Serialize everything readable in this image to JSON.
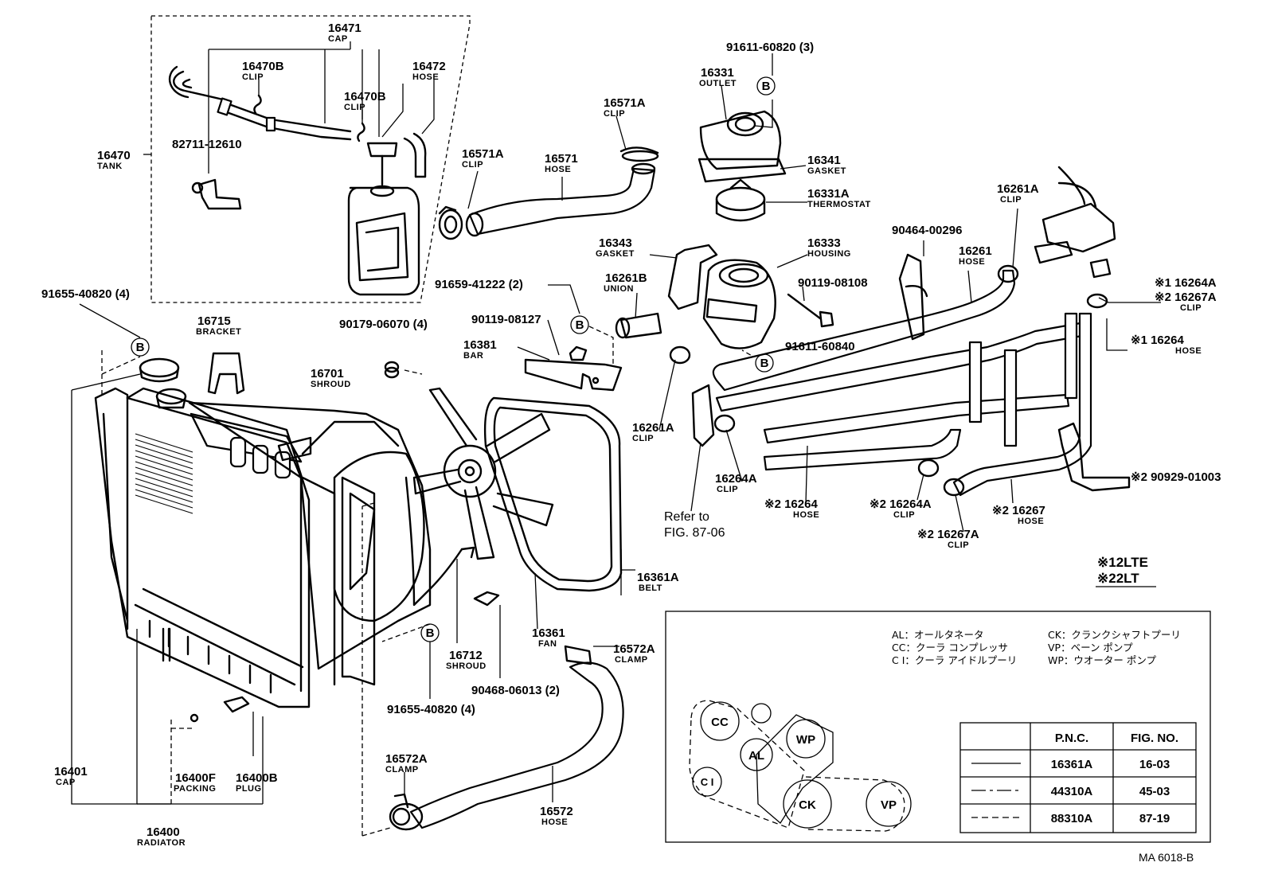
{
  "diagram": {
    "callouts": [
      {
        "id": "c_16471",
        "pn": "16471",
        "name": "CAP"
      },
      {
        "id": "c_16470B_a",
        "pn": "16470B",
        "name": "CLIP"
      },
      {
        "id": "c_16470B_b",
        "pn": "16470B",
        "name": "CLIP"
      },
      {
        "id": "c_16472",
        "pn": "16472",
        "name": "HOSE"
      },
      {
        "id": "c_82711",
        "pn": "82711-12610",
        "name": ""
      },
      {
        "id": "c_16470",
        "pn": "16470",
        "name": "TANK"
      },
      {
        "id": "c_91655_a",
        "pn": "91655-40820 (4)",
        "name": ""
      },
      {
        "id": "c_16715",
        "pn": "16715",
        "name": "BRACKET"
      },
      {
        "id": "c_90179",
        "pn": "90179-06070 (4)",
        "name": ""
      },
      {
        "id": "c_16701",
        "pn": "16701",
        "name": "SHROUD"
      },
      {
        "id": "c_16571A_a",
        "pn": "16571A",
        "name": "CLIP"
      },
      {
        "id": "c_16571",
        "pn": "16571",
        "name": "HOSE"
      },
      {
        "id": "c_16571A_b",
        "pn": "16571A",
        "name": "CLIP"
      },
      {
        "id": "c_91659",
        "pn": "91659-41222 (2)",
        "name": ""
      },
      {
        "id": "c_90119_08127",
        "pn": "90119-08127",
        "name": ""
      },
      {
        "id": "c_16381",
        "pn": "16381",
        "name": "BAR"
      },
      {
        "id": "c_91611_60820",
        "pn": "91611-60820 (3)",
        "name": ""
      },
      {
        "id": "c_16331",
        "pn": "16331",
        "name": "OUTLET"
      },
      {
        "id": "c_16341",
        "pn": "16341",
        "name": "GASKET"
      },
      {
        "id": "c_16331A",
        "pn": "16331A",
        "name": "THERMOSTAT"
      },
      {
        "id": "c_16343",
        "pn": "16343",
        "name": "GASKET"
      },
      {
        "id": "c_16333",
        "pn": "16333",
        "name": "HOUSING"
      },
      {
        "id": "c_16261B",
        "pn": "16261B",
        "name": "UNION"
      },
      {
        "id": "c_90119_08108",
        "pn": "90119-08108",
        "name": ""
      },
      {
        "id": "c_91611_60840",
        "pn": "91611-60840",
        "name": ""
      },
      {
        "id": "c_90464",
        "pn": "90464-00296",
        "name": ""
      },
      {
        "id": "c_16261",
        "pn": "16261",
        "name": "HOSE"
      },
      {
        "id": "c_16261A_a",
        "pn": "16261A",
        "name": "CLIP"
      },
      {
        "id": "c_16261A_b",
        "pn": "16261A",
        "name": "CLIP"
      },
      {
        "id": "c_16264A_top",
        "pn": "※1 16264A",
        "name": ""
      },
      {
        "id": "c_16267A_top",
        "pn": "※2 16267A",
        "name": "CLIP"
      },
      {
        "id": "c_16264_1",
        "pn": "※1 16264",
        "name": "HOSE"
      },
      {
        "id": "c_16264A_c",
        "pn": "16264A",
        "name": "CLIP"
      },
      {
        "id": "c_16264_2",
        "pn": "※2 16264",
        "name": "HOSE"
      },
      {
        "id": "c_16264A_d",
        "pn": "※2 16264A",
        "name": "CLIP"
      },
      {
        "id": "c_16267",
        "pn": "※2 16267",
        "name": "HOSE"
      },
      {
        "id": "c_16267A_b",
        "pn": "※2 16267A",
        "name": "CLIP"
      },
      {
        "id": "c_90929",
        "pn": "※2 90929-01003",
        "name": ""
      },
      {
        "id": "c_16361A",
        "pn": "16361A",
        "name": "BELT"
      },
      {
        "id": "c_16361",
        "pn": "16361",
        "name": "FAN"
      },
      {
        "id": "c_16712",
        "pn": "16712",
        "name": "SHROUD"
      },
      {
        "id": "c_90468",
        "pn": "90468-06013 (2)",
        "name": ""
      },
      {
        "id": "c_91655_b",
        "pn": "91655-40820 (4)",
        "name": ""
      },
      {
        "id": "c_16572A_a",
        "pn": "16572A",
        "name": "CLAMP"
      },
      {
        "id": "c_16572A_b",
        "pn": "16572A",
        "name": "CLAMP"
      },
      {
        "id": "c_16572",
        "pn": "16572",
        "name": "HOSE"
      },
      {
        "id": "c_16401",
        "pn": "16401",
        "name": "CAP"
      },
      {
        "id": "c_16400F",
        "pn": "16400F",
        "name": "PACKING"
      },
      {
        "id": "c_16400B",
        "pn": "16400B",
        "name": "PLUG"
      },
      {
        "id": "c_16400",
        "pn": "16400",
        "name": "RADIATOR"
      }
    ],
    "refer_to": [
      "Refer to",
      "FIG. 87-06"
    ],
    "variants": [
      "※12LTE",
      "※22LT"
    ],
    "bolt_marker": "B",
    "legend": [
      "AL：オールタネータ",
      "CC：クーラ コンプレッサ",
      "C I：クーラ アイドルプーリ",
      "CK：クランクシャフトプーリ",
      "VP：ベーン ポンプ",
      "WP：ウオーター ポンプ"
    ],
    "pulleys": [
      "CC",
      "AL",
      "WP",
      "C I",
      "CK",
      "VP"
    ],
    "ref_table": {
      "headers": [
        "P.N.C.",
        "FIG. NO."
      ],
      "rows": [
        {
          "line": "solid",
          "pnc": "16361A",
          "fig": "16-03"
        },
        {
          "line": "dash-dot",
          "pnc": "44310A",
          "fig": "45-03"
        },
        {
          "line": "dashed",
          "pnc": "88310A",
          "fig": "87-19"
        }
      ]
    },
    "figure_code": "MA  6018-B"
  }
}
